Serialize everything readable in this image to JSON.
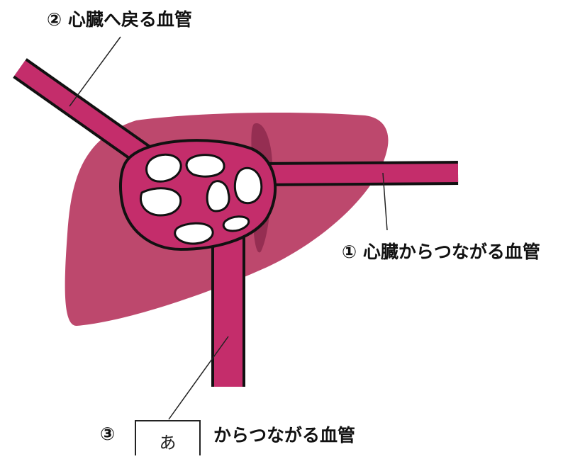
{
  "labels": {
    "vessel_to_heart": "② 心臓へ戻る血管",
    "vessel_from_heart": "① 心臓からつながる血管",
    "vessel_three_number": "③",
    "vessel_three_blank": "あ",
    "vessel_three_suffix": "からつながる血管"
  },
  "colors": {
    "organ": "#b83a62",
    "vessel": "#c42d6b",
    "outline": "#111111",
    "shadow": "#8e2a4e",
    "leader_line": "#222222"
  }
}
